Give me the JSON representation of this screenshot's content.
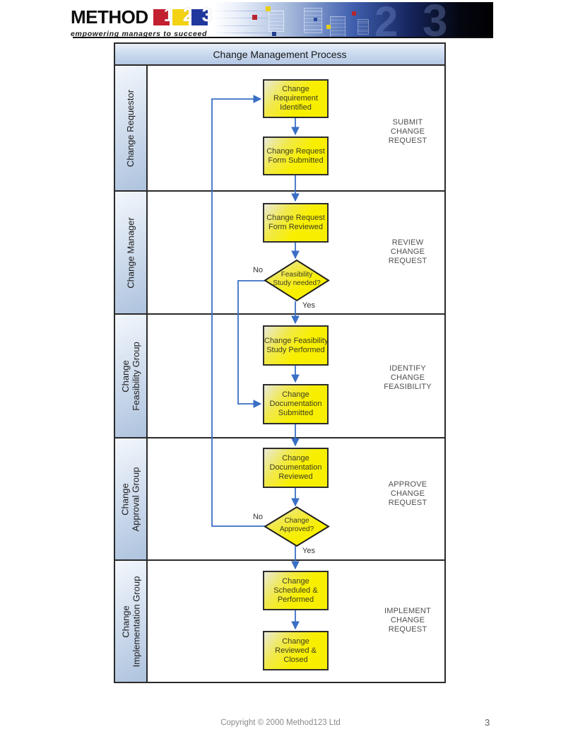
{
  "header": {
    "logo": {
      "brand": "METHOD",
      "digits": [
        "1",
        "2",
        "3"
      ],
      "tagline": "empowering managers to succeed"
    },
    "banner": {
      "ghost_digits": [
        "2",
        "3"
      ]
    }
  },
  "diagram": {
    "title": "Change Management Process",
    "lanes": [
      {
        "label_lines": [
          "Change Requestor"
        ],
        "stage_lines": [
          "SUBMIT",
          "CHANGE",
          "REQUEST"
        ]
      },
      {
        "label_lines": [
          "Change Manager"
        ],
        "stage_lines": [
          "REVIEW",
          "CHANGE",
          "REQUEST"
        ]
      },
      {
        "label_lines": [
          "Change",
          "Feasibility Group"
        ],
        "stage_lines": [
          "IDENTIFY",
          "CHANGE",
          "FEASIBILITY"
        ]
      },
      {
        "label_lines": [
          "Change",
          "Approval Group"
        ],
        "stage_lines": [
          "APPROVE",
          "CHANGE",
          "REQUEST"
        ]
      },
      {
        "label_lines": [
          "Change",
          "Implementation Group"
        ],
        "stage_lines": [
          "IMPLEMENT",
          "CHANGE",
          "REQUEST"
        ]
      }
    ],
    "nodes": [
      {
        "lines": [
          "Change",
          "Requirement",
          "Identified"
        ]
      },
      {
        "lines": [
          "Change Request",
          "Form Submitted"
        ]
      },
      {
        "lines": [
          "Change Request",
          "Form Reviewed"
        ]
      },
      {
        "lines": [
          "Change Feasibility",
          "Study Performed"
        ]
      },
      {
        "lines": [
          "Change",
          "Documentation",
          "Submitted"
        ]
      },
      {
        "lines": [
          "Change",
          "Documentation",
          "Reviewed"
        ]
      },
      {
        "lines": [
          "Change",
          "Scheduled &",
          "Performed"
        ]
      },
      {
        "lines": [
          "Change",
          "Reviewed &",
          "Closed"
        ]
      }
    ],
    "decisions": [
      {
        "lines": [
          "Feasibility",
          "Study needed?"
        ],
        "yes_label": "Yes",
        "no_label": "No"
      },
      {
        "lines": [
          "Change",
          "Approved?"
        ],
        "yes_label": "Yes",
        "no_label": "No"
      }
    ],
    "colors": {
      "process_fill": "#f8ef00",
      "arrow_blue": "#3a6fc4",
      "lane_fill": "#c9d7ea"
    }
  },
  "footer": {
    "copyright": "Copyright © 2000 Method123 Ltd",
    "page_number": "3"
  }
}
